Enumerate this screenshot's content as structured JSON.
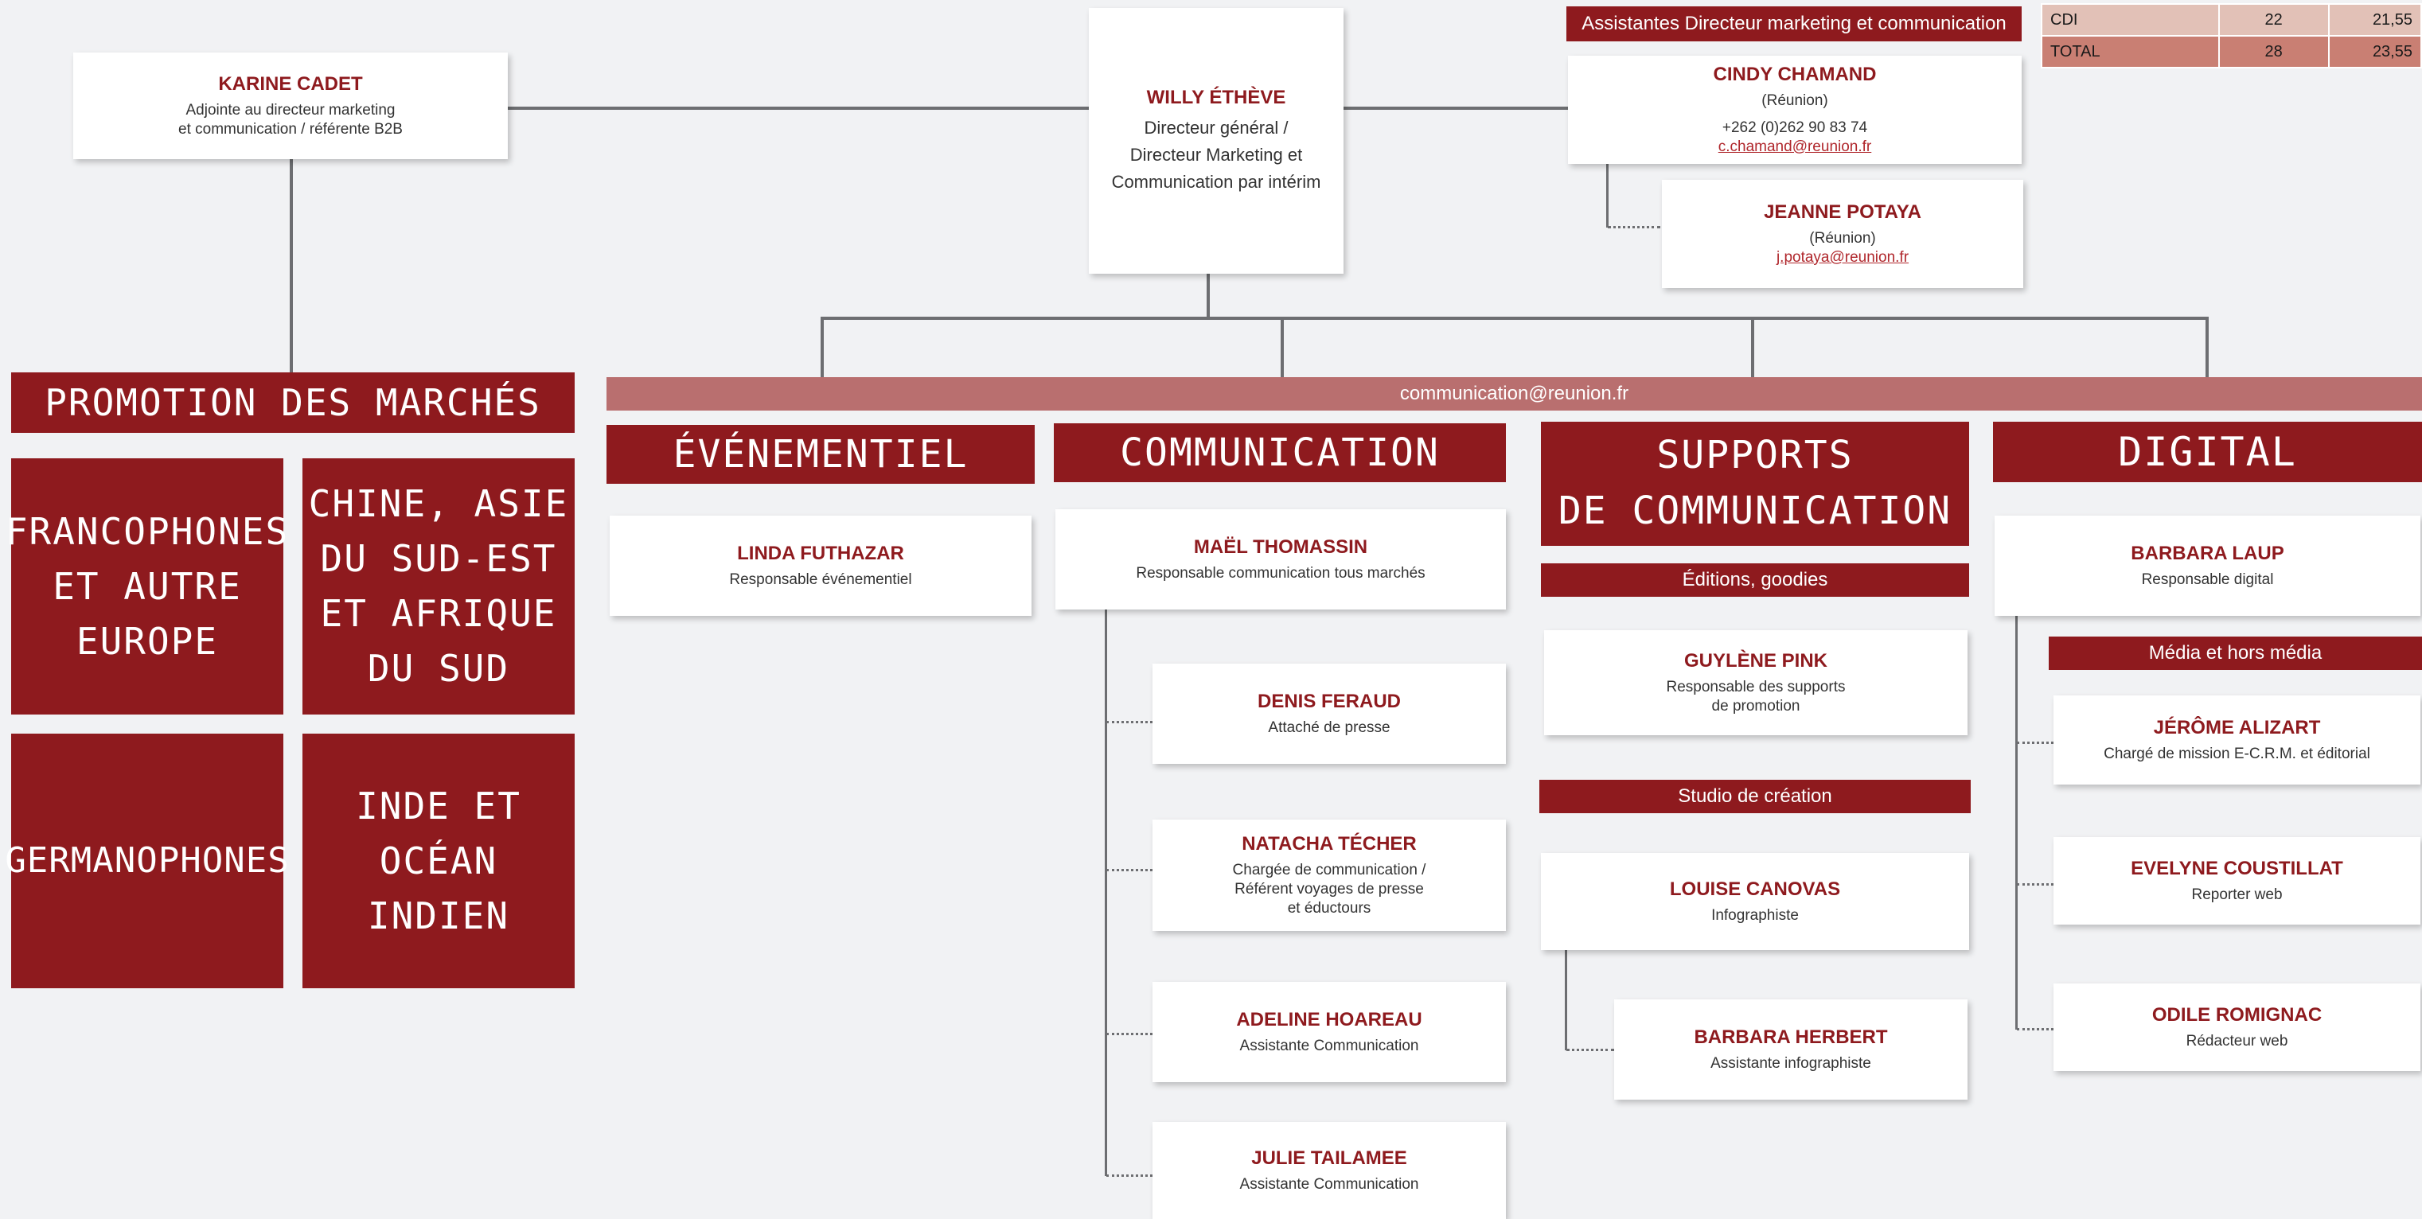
{
  "top_table": {
    "rows": [
      {
        "label": "CDI",
        "a": "22",
        "b": "21,55"
      },
      {
        "label": "TOTAL",
        "a": "28",
        "b": "23,55"
      }
    ]
  },
  "director": {
    "name": "WILLY ÉTHÈVE",
    "role": "Directeur général / Directeur Marketing et Communication par intérim"
  },
  "deputy": {
    "name": "KARINE CADET",
    "role_line1": "Adjointe au directeur marketing",
    "role_line2": "et communication / référente B2B"
  },
  "assistants": {
    "label": "Assistantes Directeur marketing et communication",
    "cindy": {
      "name": "CINDY CHAMAND",
      "location": "(Réunion)",
      "phone": "+262 (0)262 90 83 74",
      "email": "c.chamand@reunion.fr"
    },
    "jeanne": {
      "name": "JEANNE POTAYA",
      "location": "(Réunion)",
      "email": "j.potaya@reunion.fr"
    }
  },
  "promotion": {
    "title": "PROMOTION DES MARCHÉS",
    "markets": [
      {
        "lines": [
          "FRANCOPHONES",
          "ET AUTRE",
          "EUROPE"
        ]
      },
      {
        "lines": [
          "CHINE, ASIE",
          "DU SUD-EST",
          "ET AFRIQUE",
          "DU SUD"
        ]
      },
      {
        "lines": [
          "GERMANOPHONES"
        ]
      },
      {
        "lines": [
          "INDE ET",
          "OCÉAN INDIEN"
        ]
      }
    ]
  },
  "comm_email": "communication@reunion.fr",
  "events": {
    "title": "ÉVÉNEMENTIEL",
    "head": {
      "name": "LINDA FUTHAZAR",
      "role": "Responsable événementiel"
    }
  },
  "communication": {
    "title": "COMMUNICATION",
    "head": {
      "name": "MAËL THOMASSIN",
      "role": "Responsable communication tous marchés"
    },
    "members": [
      {
        "name": "DENIS FERAUD",
        "role": "Attaché de presse"
      },
      {
        "name": "NATACHA TÉCHER",
        "role_lines": [
          "Chargée de communication /",
          "Référent voyages de presse",
          "et éductours"
        ]
      },
      {
        "name": "ADELINE HOAREAU",
        "role": "Assistante Communication"
      },
      {
        "name": "JULIE TAILAMEE",
        "role": "Assistante Communication"
      }
    ]
  },
  "supports": {
    "title_line1": "SUPPORTS",
    "title_line2": "DE COMMUNICATION",
    "editions": {
      "label": "Éditions, goodies",
      "name": "GUYLÈNE PINK",
      "role_line1": "Responsable des supports",
      "role_line2": "de promotion"
    },
    "studio": {
      "label": "Studio de création",
      "lead": {
        "name": "LOUISE CANOVAS",
        "role": "Infographiste"
      },
      "assistant": {
        "name": "BARBARA HERBERT",
        "role": "Assistante infographiste"
      }
    }
  },
  "digital": {
    "title": "DIGITAL",
    "head": {
      "name": "BARBARA LAUP",
      "role": "Responsable digital"
    },
    "media_label": "Média et hors média",
    "members": [
      {
        "name": "JÉRÔME ALIZART",
        "role": "Chargé de mission E-C.R.M. et éditorial"
      },
      {
        "name": "EVELYNE COUSTILLAT",
        "role": "Reporter web"
      },
      {
        "name": "ODILE ROMIGNAC",
        "role": "Rédacteur web"
      }
    ]
  }
}
